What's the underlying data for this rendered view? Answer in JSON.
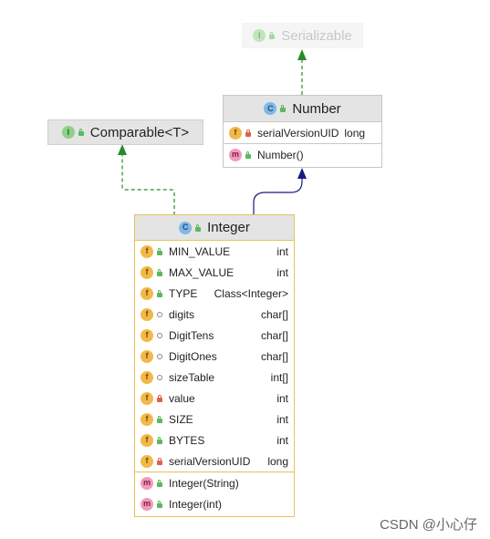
{
  "nodes": {
    "serializable": {
      "name": "Serializable",
      "kind_icon": "interface-icon",
      "kind_letter": "I",
      "visibility": "public"
    },
    "comparable": {
      "name": "Comparable<T>",
      "kind_icon": "interface-icon",
      "kind_letter": "I",
      "visibility": "public"
    },
    "number": {
      "name": "Number",
      "kind_icon": "abstract-class-icon",
      "kind_letter": "C",
      "visibility": "public",
      "fields": [
        {
          "name": "serialVersionUID",
          "type": "long",
          "visibility": "private"
        }
      ],
      "methods": [
        {
          "name": "Number()",
          "visibility": "public"
        }
      ]
    },
    "integer": {
      "name": "Integer",
      "kind_icon": "class-icon",
      "kind_letter": "C",
      "visibility": "public",
      "fields": [
        {
          "name": "MIN_VALUE",
          "type": "int",
          "visibility": "public"
        },
        {
          "name": "MAX_VALUE",
          "type": "int",
          "visibility": "public"
        },
        {
          "name": "TYPE",
          "type": "Class<Integer>",
          "visibility": "public"
        },
        {
          "name": "digits",
          "type": "char[]",
          "visibility": "package"
        },
        {
          "name": "DigitTens",
          "type": "char[]",
          "visibility": "package"
        },
        {
          "name": "DigitOnes",
          "type": "char[]",
          "visibility": "package"
        },
        {
          "name": "sizeTable",
          "type": "int[]",
          "visibility": "package"
        },
        {
          "name": "value",
          "type": "int",
          "visibility": "private"
        },
        {
          "name": "SIZE",
          "type": "int",
          "visibility": "public"
        },
        {
          "name": "BYTES",
          "type": "int",
          "visibility": "public"
        },
        {
          "name": "serialVersionUID",
          "type": "long",
          "visibility": "private"
        }
      ],
      "methods": [
        {
          "name": "Integer(String)",
          "visibility": "public"
        },
        {
          "name": "Integer(int)",
          "visibility": "public"
        }
      ]
    }
  },
  "edges": [
    {
      "from": "integer",
      "to": "number",
      "kind": "extends"
    },
    {
      "from": "integer",
      "to": "comparable",
      "kind": "implements"
    },
    {
      "from": "number",
      "to": "serializable",
      "kind": "implements"
    }
  ],
  "colors": {
    "extends": "#1a1a80",
    "implements": "#2a8a2a",
    "integer_border": "#e6c25a",
    "disabled_text": "#9a9a9a"
  },
  "watermark": "CSDN @小心仔"
}
